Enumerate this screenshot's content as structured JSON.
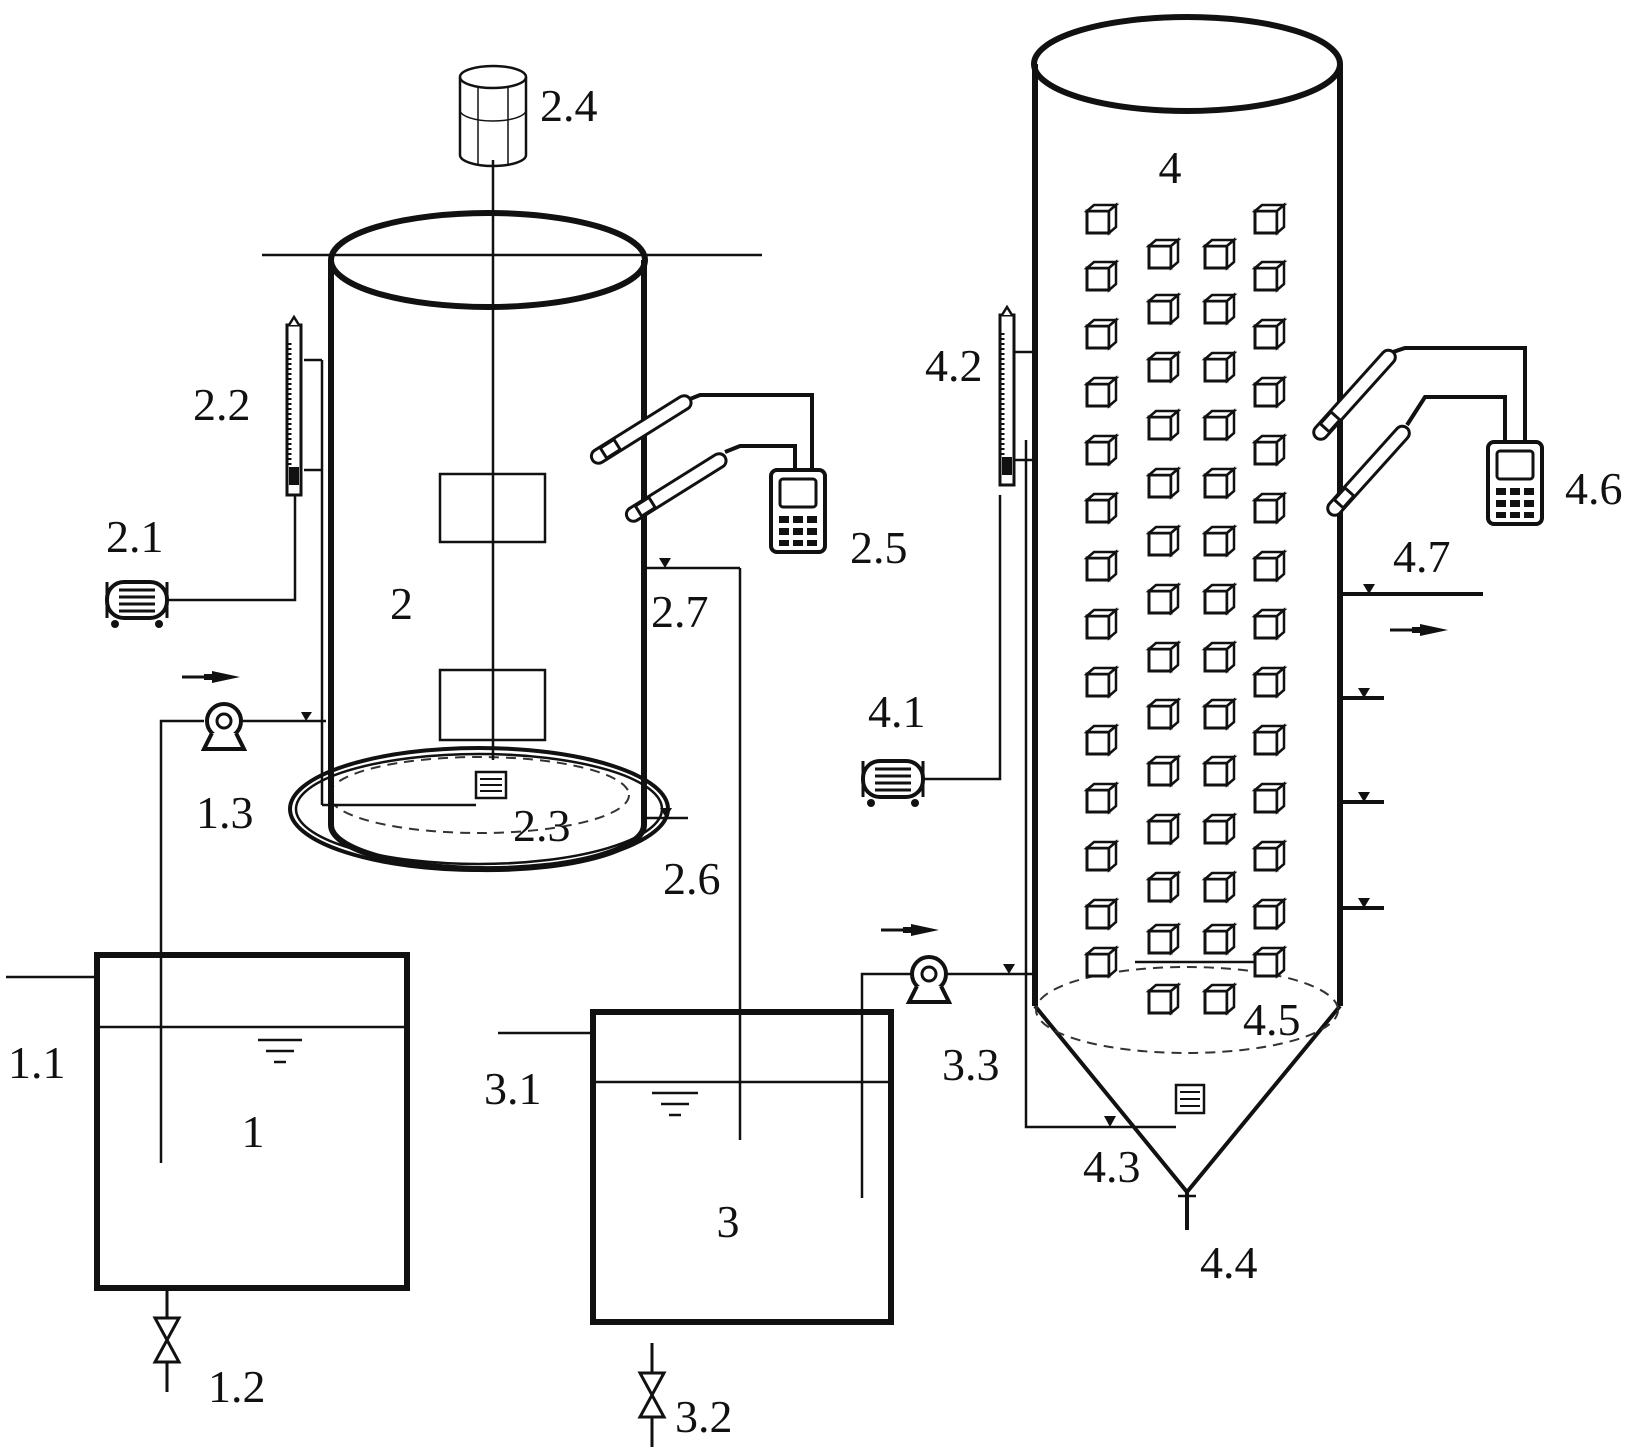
{
  "labels": {
    "tank_1": "1",
    "inlet_1_1": "1.1",
    "valve_1_2": "1.2",
    "pump_1_3": "1.3",
    "reactor_2": "2",
    "air_pump_2_1": "2.1",
    "flowmeter_2_2": "2.2",
    "aerator_2_3": "2.3",
    "motor_2_4": "2.4",
    "meter_2_5": "2.5",
    "outlet_2_6": "2.6",
    "outlet_2_7": "2.7",
    "tank_3": "3",
    "inlet_3_1": "3.1",
    "valve_3_2": "3.2",
    "pump_3_3": "3.3",
    "reactor_4": "4",
    "air_pump_4_1": "4.1",
    "flowmeter_4_2": "4.2",
    "aerator_4_3": "4.3",
    "drain_4_4": "4.4",
    "support_4_5": "4.5",
    "meter_4_6": "4.6",
    "outlet_4_7": "4.7"
  },
  "icons": {
    "pump": "centrifugal-pump-icon",
    "valve": "gate-valve-icon",
    "air_pump": "air-compressor-icon",
    "flowmeter": "rotameter-icon",
    "meter": "handheld-meter-icon",
    "probe": "probe-icon",
    "motor": "motor-icon",
    "media": "cube-carrier-icon",
    "arrow": "flow-arrow-icon"
  },
  "colors": {
    "line": "#111111",
    "background": "#ffffff"
  }
}
